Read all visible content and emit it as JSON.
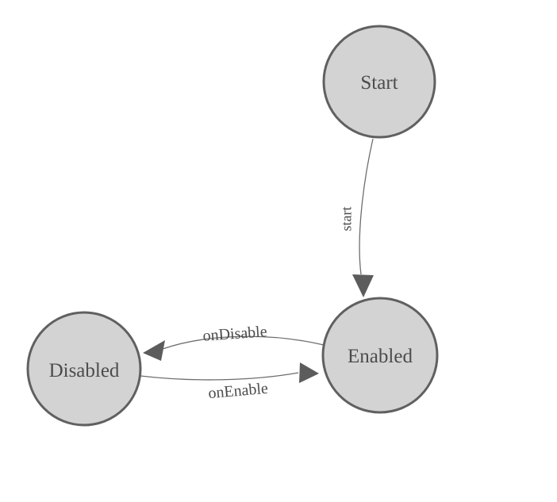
{
  "diagram": {
    "nodes": [
      {
        "id": "start",
        "label": "Start"
      },
      {
        "id": "enabled",
        "label": "Enabled"
      },
      {
        "id": "disabled",
        "label": "Disabled"
      }
    ],
    "edges": [
      {
        "from": "Start",
        "to": "Enabled",
        "label": "start"
      },
      {
        "from": "Enabled",
        "to": "Disabled",
        "label": "onDisable"
      },
      {
        "from": "Disabled",
        "to": "Enabled",
        "label": "onEnable"
      }
    ]
  },
  "colors": {
    "background": "#ffffff",
    "node_fill": "#d3d3d3",
    "node_stroke": "#606060",
    "edge_stroke": "#6e6e6e",
    "arrow_fill": "#5c5c5c",
    "text": "#4c4c4c"
  }
}
